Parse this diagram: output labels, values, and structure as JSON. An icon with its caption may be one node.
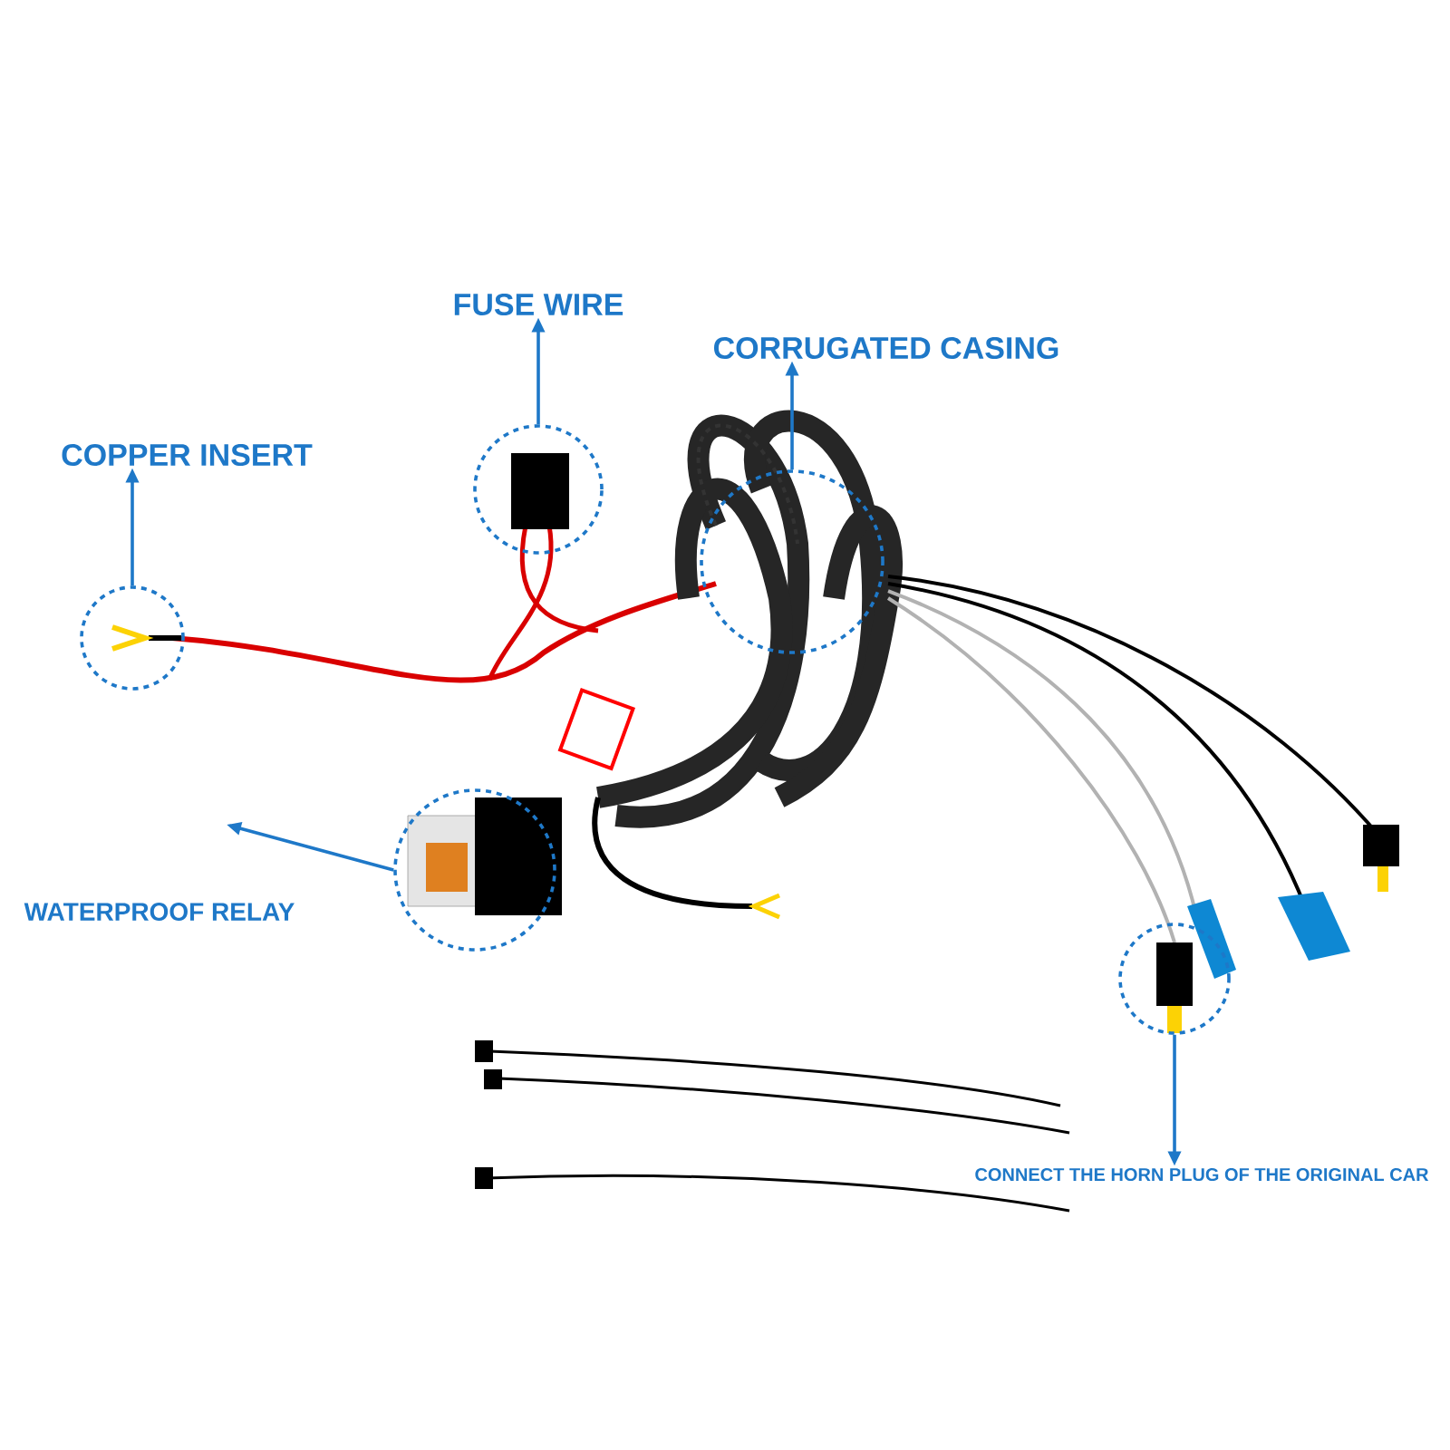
{
  "diagram": {
    "nodes": [
      {
        "text": [
          "FUSE WIRE"
        ]
      },
      {
        "text": [
          "CORRUGATED CASING"
        ]
      },
      {
        "text": [
          "COPPER INSERT"
        ]
      },
      {
        "text": [],
        "shape": "circle"
      },
      {
        "text": [],
        "shape": "circle"
      },
      {
        "text": [],
        "shape": "circle"
      },
      {
        "text": [],
        "shape": "circle"
      },
      {
        "text": [
          "WATERPROOF RELAY"
        ]
      },
      {
        "text": [],
        "shape": "circle"
      },
      {
        "text": [
          "CONNECT THE HORN PLUG OF THE ORIGINAL CAR"
        ]
      }
    ],
    "edges": [
      {
        "from": 4,
        "to": 0,
        "arrow": "to"
      },
      {
        "from": 5,
        "to": 1,
        "arrow": "to"
      },
      {
        "from": 3,
        "to": 2,
        "arrow": "to"
      },
      {
        "from": 6,
        "to": 7,
        "arrow": "to"
      },
      {
        "from": 8,
        "to": 9,
        "arrow": "to"
      }
    ]
  }
}
